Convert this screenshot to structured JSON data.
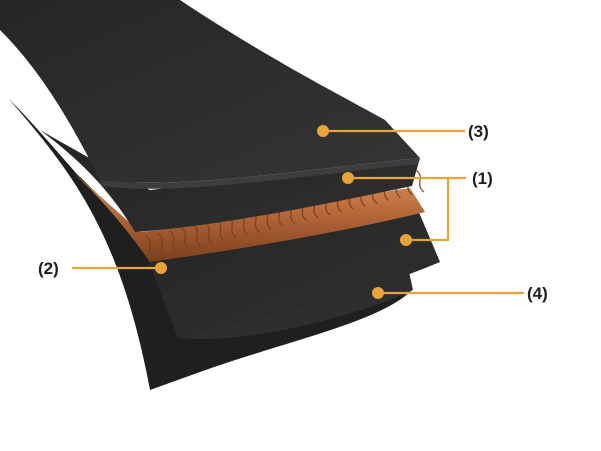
{
  "callouts": [
    {
      "id": "top-cover",
      "label": "(3)"
    },
    {
      "id": "bonding-rubber",
      "label": "(1)"
    },
    {
      "id": "tension-cord",
      "label": "(2)"
    },
    {
      "id": "bottom-cover",
      "label": "(4)"
    }
  ],
  "colors": {
    "rubber_dark": "#1e1e1e",
    "rubber_mid": "#2b2b2b",
    "rubber_light": "#353535",
    "cord_copper": "#b8693a",
    "cord_highlight": "#e09a66",
    "callout_orange": "#e8a33a",
    "label_text": "#1e1e1e"
  }
}
